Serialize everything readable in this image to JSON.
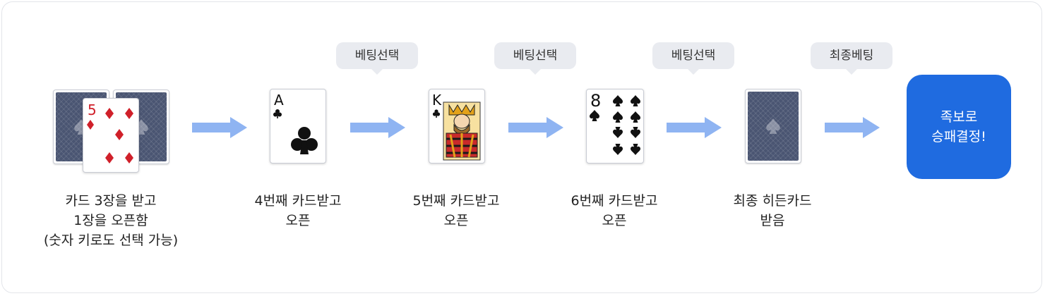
{
  "colors": {
    "accent": "#1f6be0",
    "arrow": "#8fb4f2",
    "pill_bg": "#e9ebf0",
    "card_back": "#4a5572",
    "red_suit": "#d0202a",
    "black_suit": "#111111"
  },
  "steps": [
    {
      "cards": [
        {
          "type": "back",
          "icon": "spade-back-icon"
        },
        {
          "type": "back",
          "icon": "spade-back-icon"
        },
        {
          "type": "face",
          "rank": "5",
          "suit": "diamond",
          "icon": "diamond-icon"
        }
      ],
      "label_lines": [
        "카드 3장을 받고",
        "1장을 오픈함",
        "(숫자 키로도 선택 가능)"
      ]
    },
    {
      "cards": [
        {
          "type": "face",
          "rank": "A",
          "suit": "club",
          "icon": "club-icon"
        }
      ],
      "label_lines": [
        "4번째 카드받고",
        "오픈"
      ]
    },
    {
      "cards": [
        {
          "type": "face",
          "rank": "K",
          "suit": "club",
          "icon": "king-icon"
        }
      ],
      "label_lines": [
        "5번째 카드받고",
        "오픈"
      ]
    },
    {
      "cards": [
        {
          "type": "face",
          "rank": "8",
          "suit": "spade",
          "icon": "spade-icon"
        }
      ],
      "label_lines": [
        "6번째 카드받고",
        "오픈"
      ]
    },
    {
      "cards": [
        {
          "type": "back",
          "icon": "spade-back-icon"
        }
      ],
      "label_lines": [
        "최종 히든카드",
        "받음"
      ]
    }
  ],
  "bubbles": [
    "베팅선택",
    "베팅선택",
    "베팅선택",
    "최종베팅"
  ],
  "final": {
    "lines": [
      "족보로",
      "승패결정!"
    ]
  }
}
